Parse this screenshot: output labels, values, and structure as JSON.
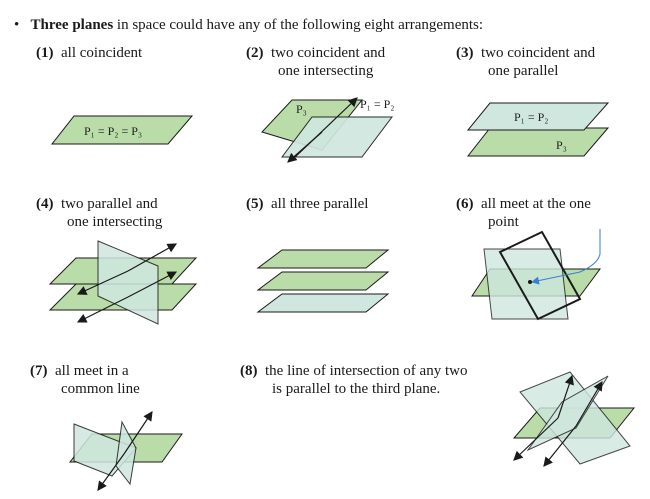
{
  "heading": {
    "bullet": "•",
    "bold": "Three planes",
    "rest": " in space could have any of the following eight arrangements:"
  },
  "cases": [
    {
      "num": "(1)",
      "line1": "all coincident",
      "line2": ""
    },
    {
      "num": "(2)",
      "line1": "two coincident and",
      "line2": "one intersecting"
    },
    {
      "num": "(3)",
      "line1": "two coincident and",
      "line2": "one parallel"
    },
    {
      "num": "(4)",
      "line1": "two parallel and",
      "line2": "one intersecting"
    },
    {
      "num": "(5)",
      "line1": "all three parallel",
      "line2": ""
    },
    {
      "num": "(6)",
      "line1": "all meet at the one",
      "line2": "point"
    },
    {
      "num": "(7)",
      "line1": "all meet in a",
      "line2": "common line"
    },
    {
      "num": "(8)",
      "line1": "the line of intersection of any two",
      "line2": "is parallel to the third plane."
    }
  ],
  "labels": {
    "p1p2p3": "P₁ = P₂ = P₃",
    "p3": "P₃",
    "p1p2": "P₁ = P₂"
  },
  "colors": {
    "plane_fill": "#b9dca8",
    "plane_fill_light": "#cfe7df",
    "plane_stroke": "#1a1a1a"
  }
}
